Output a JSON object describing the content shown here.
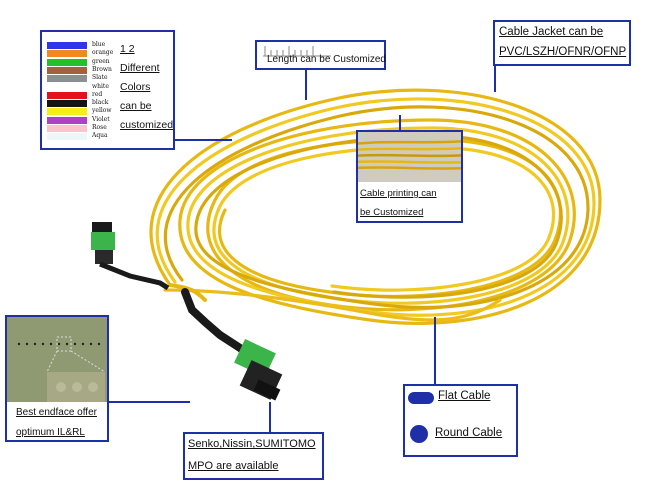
{
  "color_legend": {
    "swatches": [
      {
        "name": "blue",
        "color": "#2f36e6"
      },
      {
        "name": "orange",
        "color": "#f08a1c"
      },
      {
        "name": "green",
        "color": "#22c12a"
      },
      {
        "name": "Brown",
        "color": "#a3623a"
      },
      {
        "name": "Slate",
        "color": "#8a8f92"
      },
      {
        "name": "white",
        "color": "#ffffff"
      },
      {
        "name": "red",
        "color": "#e3101e"
      },
      {
        "name": "black",
        "color": "#141414"
      },
      {
        "name": "yellow",
        "color": "#f6ef17"
      },
      {
        "name": "Violet",
        "color": "#b13fc3"
      },
      {
        "name": "Rose",
        "color": "#f7c6cc"
      },
      {
        "name": "Aqua",
        "color": "#eef7f7"
      }
    ],
    "text_lines": [
      "1 2 Different",
      "Colors",
      "can be",
      "customized"
    ]
  },
  "length_label": "Length can be Customized",
  "jacket_label_lines": [
    "Cable Jacket can be",
    "PVC/LSZH/OFNR/OFNP"
  ],
  "printing_label_lines": [
    "Cable printing can",
    "be Customized"
  ],
  "endface_label_lines": [
    "Best endface offer",
    "optimum IL&RL"
  ],
  "mpo_label_lines": [
    "Senko,Nissin,SUMITOMO",
    "MPO are available"
  ],
  "cable_types": {
    "flat": "Flat Cable",
    "round": "Round Cable"
  },
  "colors": {
    "frame": "#1f2fa8",
    "cable": "#f2c21a",
    "connector_green": "#3bb54a",
    "connector_black": "#1a1a1a"
  }
}
